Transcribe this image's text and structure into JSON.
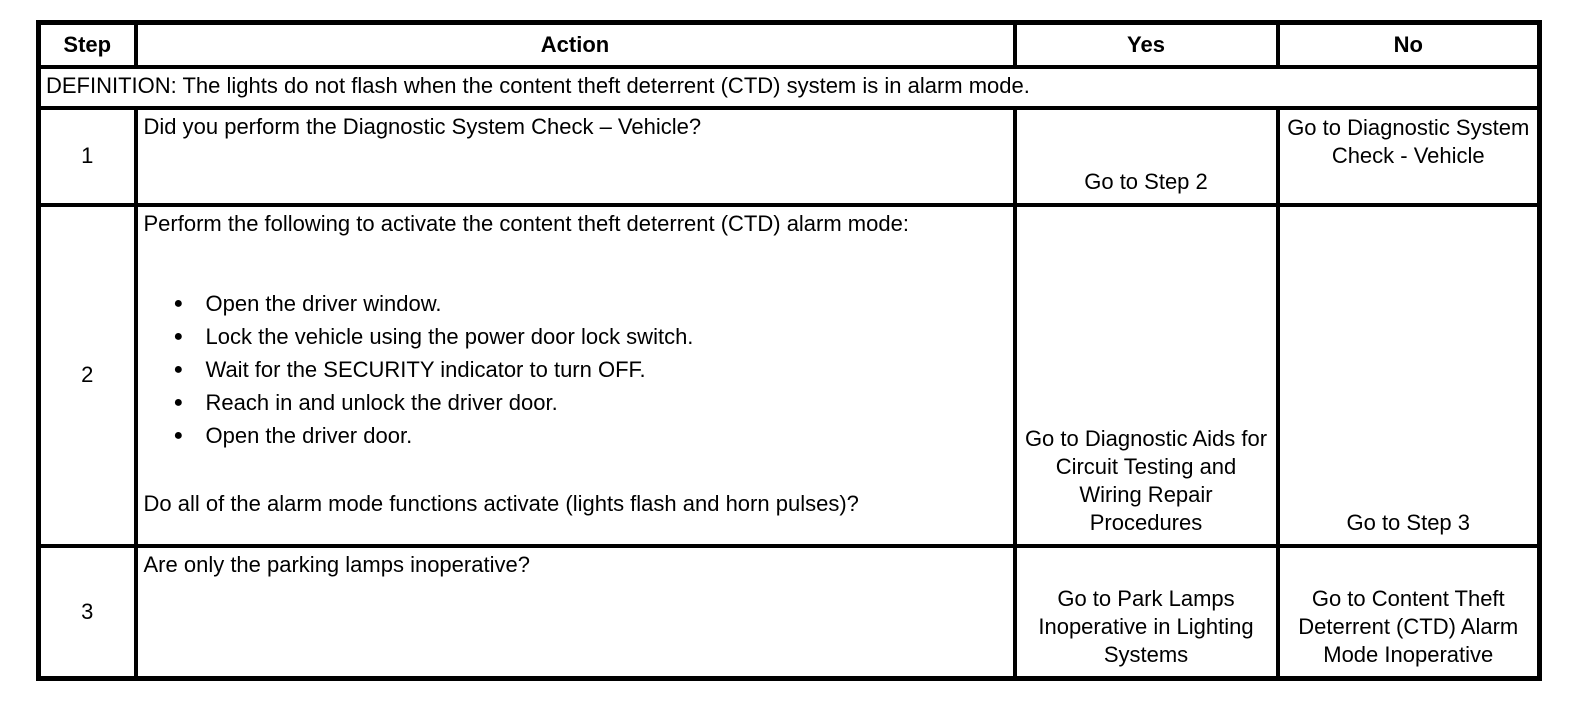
{
  "page": {
    "background_color": "#ffffff",
    "text_color": "#000000",
    "border_color": "#000000",
    "bullet_glyph": "●"
  },
  "table": {
    "headers": {
      "step": "Step",
      "action": "Action",
      "yes": "Yes",
      "no": "No"
    },
    "definition": "DEFINITION: The lights do not flash when the content theft deterrent (CTD) system is in alarm mode.",
    "rows": [
      {
        "step": "1",
        "question": "Did you perform the Diagnostic System Check – Vehicle?",
        "yes": "Go to Step 2",
        "no": "Go to Diagnostic System Check - Vehicle"
      },
      {
        "step": "2",
        "intro": "Perform the following to activate the content theft deterrent (CTD) alarm mode:",
        "bullets": [
          "Open the driver window.",
          "Lock the vehicle using the power door lock switch.",
          "Wait for the SECURITY indicator to turn OFF.",
          "Reach in and unlock the driver door.",
          "Open the driver door."
        ],
        "question": "Do all of the alarm mode functions activate (lights flash and horn pulses)?",
        "yes": "Go to Diagnostic Aids for Circuit Testing and Wiring Repair Procedures",
        "no": "Go to Step 3"
      },
      {
        "step": "3",
        "question": "Are only the parking lamps inoperative?",
        "yes": "Go to Park Lamps Inoperative in Lighting Systems",
        "no": "Go to Content Theft Deterrent (CTD) Alarm Mode Inoperative"
      }
    ]
  }
}
